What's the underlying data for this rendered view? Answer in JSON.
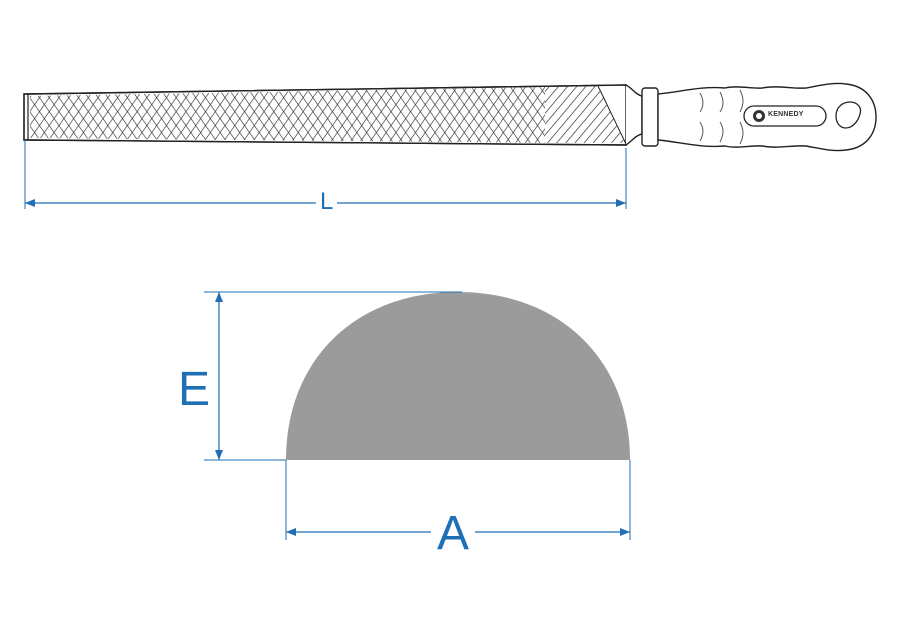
{
  "figure": {
    "brand": "KENNEDY",
    "dimensions": {
      "length_label": "L",
      "height_label": "E",
      "width_label": "A"
    },
    "colors": {
      "dimension": "#1f6fb5",
      "outline": "#222222",
      "section_fill": "#9b9b9b",
      "background": "#ffffff"
    },
    "parts": [
      "file-blade",
      "file-tang",
      "file-handle",
      "half-round-cross-section"
    ]
  }
}
